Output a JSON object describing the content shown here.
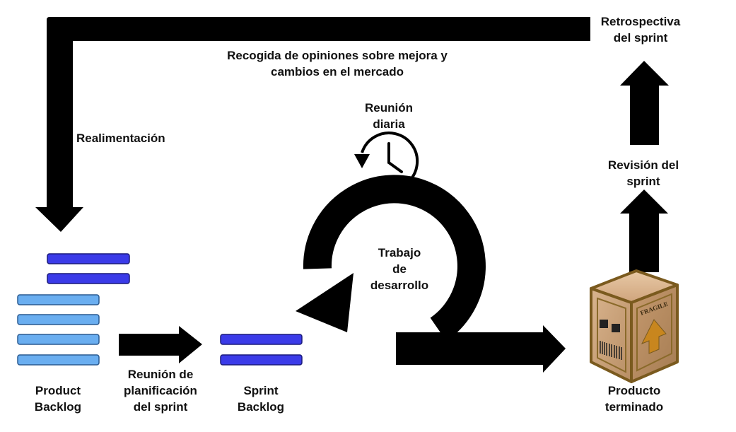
{
  "labels": {
    "retrospective": [
      "Retrospectiva",
      "del sprint"
    ],
    "feedback_collection": [
      "Recogida de opiniones sobre mejora y",
      "cambios en el mercado"
    ],
    "feedback": "Realimentación",
    "daily_meeting": [
      "Reunión",
      "diaria"
    ],
    "dev_work": [
      "Trabajo",
      "de",
      "desarrollo"
    ],
    "sprint_review": [
      "Revisión del",
      "sprint"
    ],
    "product_backlog": [
      "Product",
      "Backlog"
    ],
    "planning_meeting": [
      "Reunión de",
      "planificación",
      "del sprint"
    ],
    "sprint_backlog": [
      "Sprint",
      "Backlog"
    ],
    "finished_product": [
      "Producto",
      "terminado"
    ]
  },
  "box_labels": {
    "fragile": "FRAGILE"
  },
  "colors": {
    "arrow": "#000000",
    "backlog_dark": "#3b3be8",
    "backlog_light": "#6aaef0",
    "box_wood": "#8a6a2a",
    "box_panel": "#d9b48e",
    "text": "#111111"
  },
  "icons": {
    "daily": "clock-cycle-icon",
    "product": "cardboard-box-icon"
  }
}
